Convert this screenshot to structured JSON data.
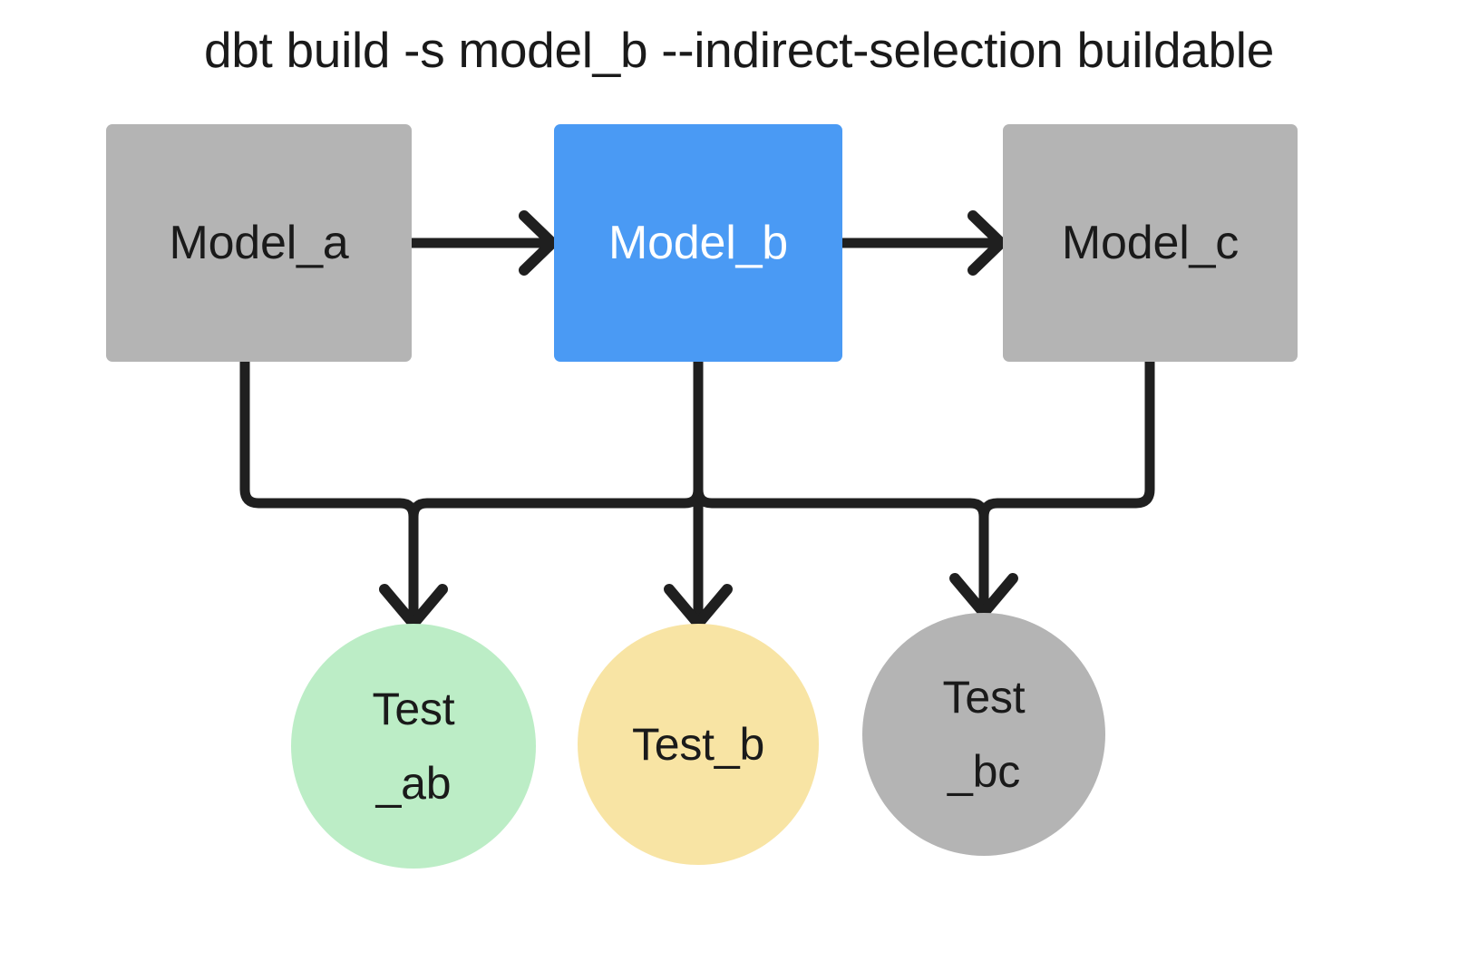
{
  "title": "dbt build -s model_b --indirect-selection buildable",
  "colors": {
    "background": "#ffffff",
    "gray_node": "#b4b4b4",
    "selected_blue": "#4a9af4",
    "test_green": "#bcedc6",
    "test_yellow": "#f8e4a4",
    "test_gray": "#b4b4b4",
    "edge": "#1f1f1f",
    "text_dark": "#1a1a1a",
    "text_light": "#ffffff"
  },
  "models": [
    {
      "id": "model_a",
      "label": "Model_a",
      "fill": "#b4b4b4",
      "text_color": "#1a1a1a",
      "state": "unselected"
    },
    {
      "id": "model_b",
      "label": "Model_b",
      "fill": "#4a9af4",
      "text_color": "#ffffff",
      "state": "selected"
    },
    {
      "id": "model_c",
      "label": "Model_c",
      "fill": "#b4b4b4",
      "text_color": "#1a1a1a",
      "state": "unselected"
    }
  ],
  "tests": [
    {
      "id": "test_ab",
      "label_line1": "Test",
      "label_line2": "_ab",
      "fill": "#bcedc6",
      "text_color": "#1a1a1a",
      "state": "buildable"
    },
    {
      "id": "test_b",
      "label_line1": "Test_b",
      "label_line2": "",
      "fill": "#f8e4a4",
      "text_color": "#1a1a1a",
      "state": "selected-indirect"
    },
    {
      "id": "test_bc",
      "label_line1": "Test",
      "label_line2": "_bc",
      "fill": "#b4b4b4",
      "text_color": "#1a1a1a",
      "state": "excluded"
    }
  ],
  "edges": [
    {
      "from": "model_a",
      "to": "model_b",
      "kind": "straight-right"
    },
    {
      "from": "model_b",
      "to": "model_c",
      "kind": "straight-right"
    },
    {
      "from": "model_a",
      "to": "test_ab",
      "kind": "elbow-down-right"
    },
    {
      "from": "model_b",
      "to": "test_ab",
      "kind": "elbow-down-left"
    },
    {
      "from": "model_b",
      "to": "test_b",
      "kind": "straight-down"
    },
    {
      "from": "model_b",
      "to": "test_bc",
      "kind": "elbow-down-right"
    },
    {
      "from": "model_c",
      "to": "test_bc",
      "kind": "elbow-down-left"
    }
  ]
}
